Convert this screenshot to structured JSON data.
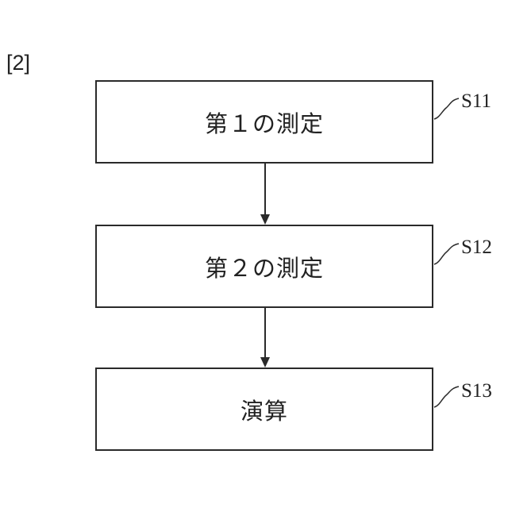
{
  "figure_label": "[2]",
  "steps": [
    {
      "text": "第１の測定",
      "label": "S11"
    },
    {
      "text": "第２の測定",
      "label": "S12"
    },
    {
      "text": "演算",
      "label": "S13"
    }
  ]
}
